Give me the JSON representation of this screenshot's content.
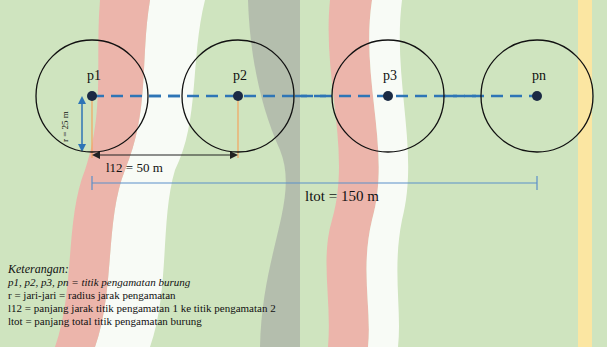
{
  "diagram": {
    "nodes": [
      {
        "text": [
          "p1"
        ]
      },
      {
        "text": [
          "p2"
        ]
      },
      {
        "text": [
          "p3"
        ]
      },
      {
        "text": [
          "pn"
        ]
      }
    ],
    "edges": [
      {
        "from": 0,
        "to": 1,
        "arrow": "none"
      },
      {
        "from": 1,
        "to": 2,
        "arrow": "none"
      },
      {
        "from": 2,
        "to": 3,
        "arrow": "none"
      }
    ],
    "labels": [
      "r = 25 m",
      "l12 = 50 m",
      "ltot = 150 m",
      "Keterangan:",
      "p1, p2, p3, pn = titik pengamatan burung",
      "r = jari-jari = radius jarak pengamatan",
      "l12 = panjang jarak titik pengamatan 1 ke titik pengamatan 2",
      "ltot = panjang total titik pengamatan burung"
    ]
  }
}
